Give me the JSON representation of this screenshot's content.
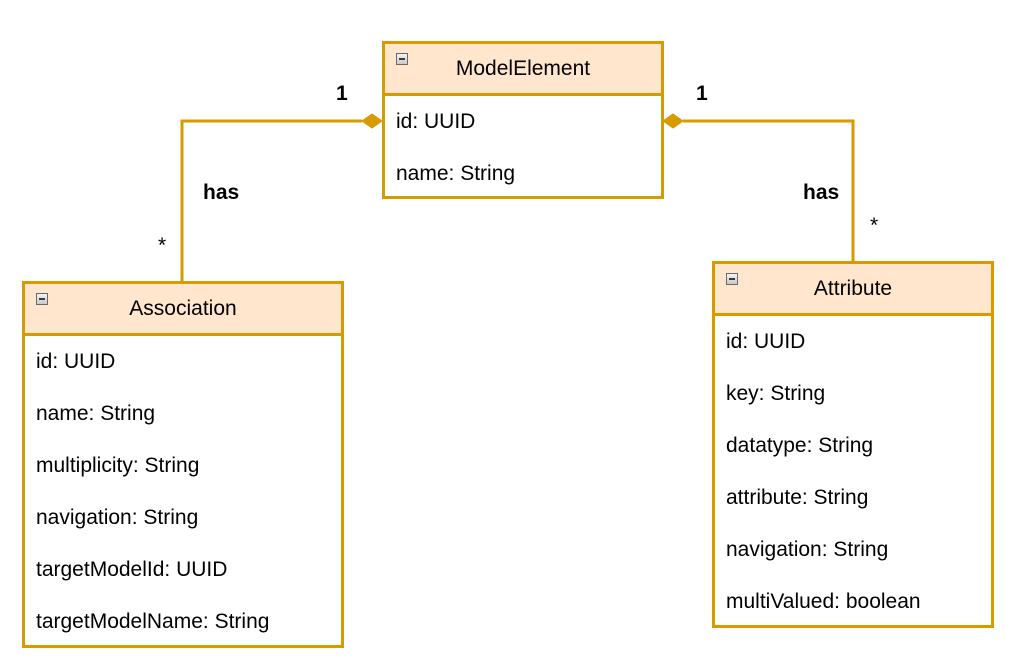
{
  "classes": {
    "model_element": {
      "name": "ModelElement",
      "attributes": [
        "id: UUID",
        "name: String"
      ]
    },
    "association": {
      "name": "Association",
      "attributes": [
        "id: UUID",
        "name: String",
        "multiplicity: String",
        "navigation: String",
        "targetModelId: UUID",
        "targetModelName: String"
      ]
    },
    "attribute": {
      "name": "Attribute",
      "attributes": [
        "id: UUID",
        "key: String",
        "datatype: String",
        "attribute: String",
        "navigation: String",
        "multiValued: boolean"
      ]
    }
  },
  "edges": {
    "left": {
      "label": "has",
      "source_multiplicity": "1",
      "target_multiplicity": "*"
    },
    "right": {
      "label": "has",
      "source_multiplicity": "1",
      "target_multiplicity": "*"
    }
  },
  "colors": {
    "stroke": "#d79b00",
    "header_fill": "#ffe6cc"
  }
}
